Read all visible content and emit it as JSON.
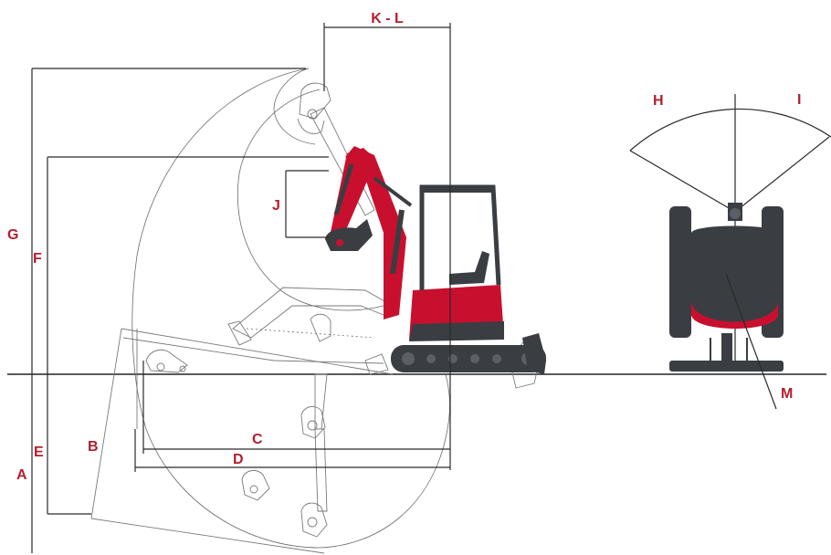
{
  "labels": {
    "A": "A",
    "B": "B",
    "C": "C",
    "D": "D",
    "E": "E",
    "F": "F",
    "G": "G",
    "H": "H",
    "I": "I",
    "J": "J",
    "KL": "K - L",
    "M": "M"
  },
  "colors": {
    "label": "#b41e2e",
    "machine_red": "#c8102e",
    "machine_dark": "#3a3d42",
    "line": "#2a2a2a"
  }
}
